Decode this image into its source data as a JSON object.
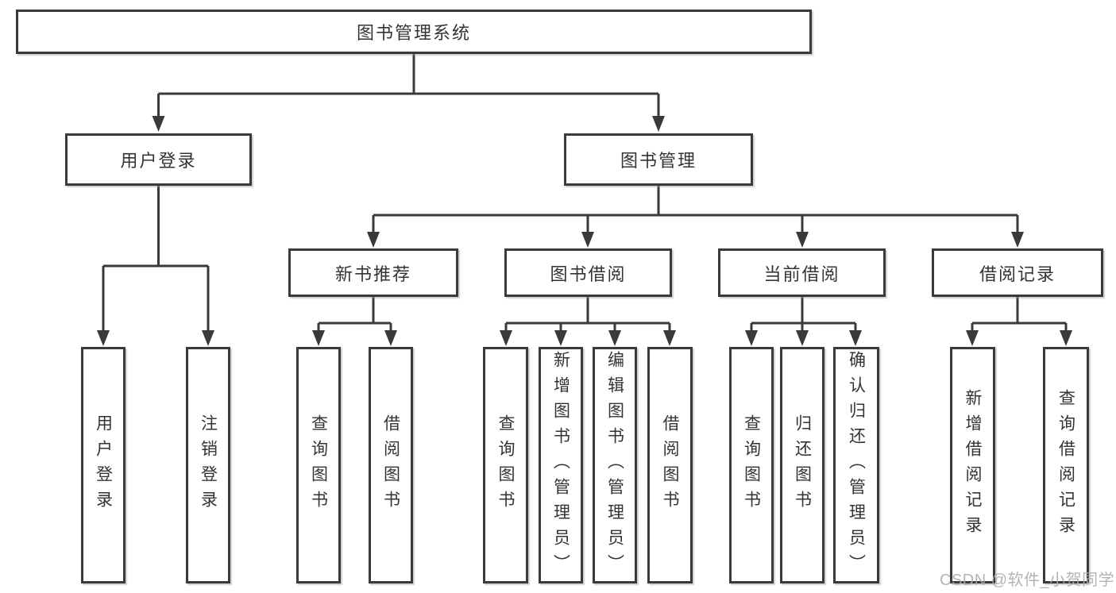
{
  "diagram": {
    "root": "图书管理系统",
    "branches": [
      {
        "label": "用户登录",
        "children": [
          "用户登录",
          "注销登录"
        ]
      },
      {
        "label": "图书管理",
        "children": [
          {
            "label": "新书推荐",
            "children": [
              "查询图书",
              "借阅图书"
            ]
          },
          {
            "label": "图书借阅",
            "children": [
              "查询图书",
              "新增图书（管理员）",
              "编辑图书（管理员）",
              "借阅图书"
            ]
          },
          {
            "label": "当前借阅",
            "children": [
              "查询图书",
              "归还图书",
              "确认归还（管理员）"
            ]
          },
          {
            "label": "借阅记录",
            "children": [
              "新增借阅记录",
              "查询借阅记录"
            ]
          }
        ]
      }
    ]
  },
  "watermark": {
    "text": "CSDN @软件_小贺同学"
  },
  "colors": {
    "line": "#3a3a3a",
    "text": "#333333",
    "watermark": "#acacac",
    "background": "#ffffff"
  }
}
